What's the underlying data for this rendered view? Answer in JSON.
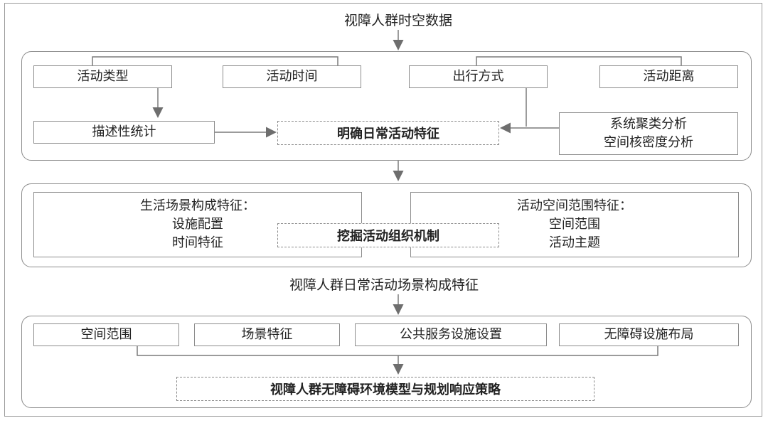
{
  "title": "视障人群时空数据",
  "panel1": {
    "activity_type": "活动类型",
    "activity_time": "活动时间",
    "travel_mode": "出行方式",
    "activity_distance": "活动距离",
    "descriptive_stats": "描述性统计",
    "clarify": "明确日常活动特征",
    "methods": [
      "系统聚类分析",
      "空间核密度分析"
    ]
  },
  "panel2": {
    "left_title": "生活场景构成特征：",
    "left_items": [
      "设施配置",
      "时间特征"
    ],
    "center": "挖掘活动组织机制",
    "right_title": "活动空间范围特征：",
    "right_items": [
      "空间范围",
      "活动主题"
    ]
  },
  "middle_label": "视障人群日常活动场景构成特征",
  "panel3": {
    "items": [
      "空间范围",
      "场景特征",
      "公共服务设施设置",
      "无障碍设施布局"
    ],
    "result": "视障人群无障碍环境模型与规划响应策略"
  }
}
